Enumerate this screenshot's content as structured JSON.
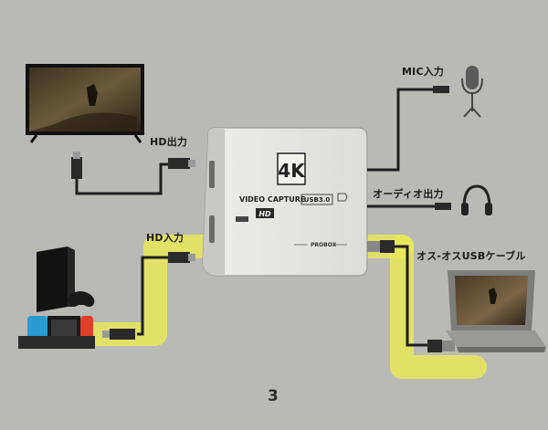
{
  "labels": {
    "hd_output": "HD出力",
    "hd_input": "HD入力",
    "mic_input": "MIC入力",
    "audio_output": "オーディオ出力",
    "usb_cable": "オス-オスUSBケーブル"
  },
  "device": {
    "badge": "4K",
    "model_text": "VIDEO CAPTURE",
    "usb_text": "USB3.0",
    "hd_logo": "HD",
    "brand": "PROBOX"
  },
  "page_number": "3",
  "colors": {
    "background": "#b9b9b5",
    "highlight": "#e8e85a",
    "cable": "#1f1f1f",
    "device_body": "#e6e6e3"
  },
  "icons": [
    "tv-icon",
    "console-icon",
    "switch-icon",
    "microphone-icon",
    "headphones-icon",
    "laptop-icon",
    "hdmi-connector-icon",
    "usb-connector-icon",
    "audio-jack-icon"
  ]
}
